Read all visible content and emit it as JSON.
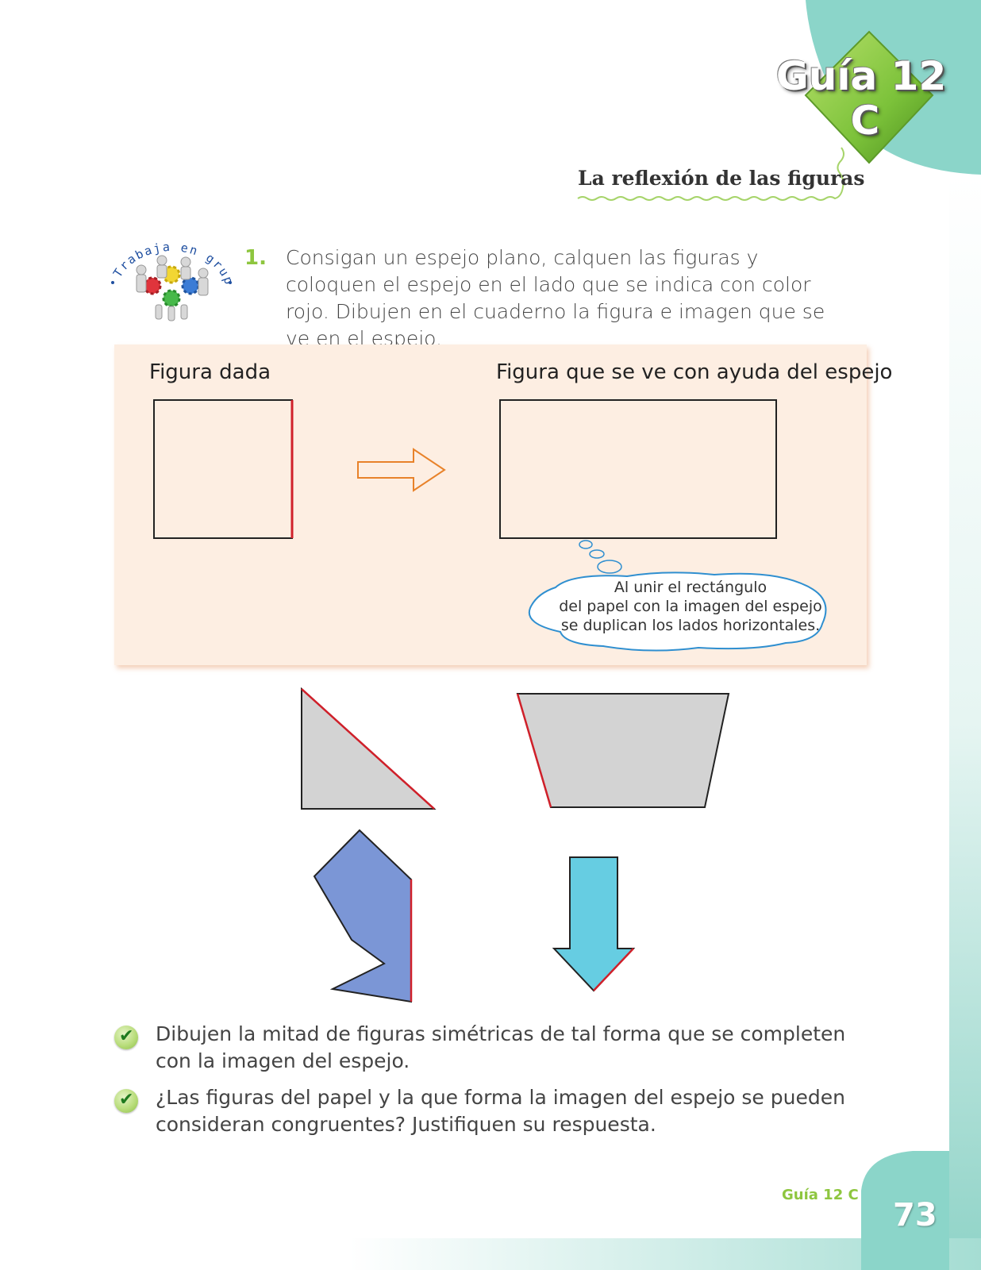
{
  "header": {
    "guide_title": "Guía 12",
    "guide_letter": "C",
    "section_title": "La reflexión de las figuras"
  },
  "group_badge": {
    "label": "Trabaja en grupo",
    "icon": "gears-team-icon"
  },
  "exercise": {
    "number": "1.",
    "text": "Consigan un espejo plano, calquen las figuras y coloquen el espejo en el lado que se indica con color rojo. Dibujen en el cuaderno la figura e imagen que se ve en el espejo."
  },
  "example_panel": {
    "given_label": "Figura dada",
    "mirror_label": "Figura que se ve con ayuda del espejo",
    "arrow_icon": "arrow-right-icon",
    "cloud_lines": [
      "Al unir el rectángulo",
      "del papel con la imagen del espejo",
      "se duplican los lados horizontales."
    ]
  },
  "shapes": [
    {
      "name": "triangle",
      "fill": "#d3d3d3",
      "mirror_edge": "#d0202a"
    },
    {
      "name": "trapezoid",
      "fill": "#d3d3d3",
      "mirror_edge": "#d0202a"
    },
    {
      "name": "polygon",
      "fill": "#7b96d6",
      "mirror_edge": "#d0202a"
    },
    {
      "name": "arrow",
      "fill": "#66cde2",
      "mirror_edge": "#d0202a"
    }
  ],
  "bullets": [
    "Dibujen la mitad de figuras simétricas de tal forma que se completen con la imagen del espejo.",
    "¿Las figuras del papel y la que forma la imagen del espejo se pueden consideran congruentes? Justifiquen su respuesta."
  ],
  "footer": {
    "guide_label": "Guía 12 C",
    "page_number": "73"
  },
  "colors": {
    "teal": "#8bd5c9",
    "green_accent": "#8ec63f",
    "panel_bg": "#fdeee2",
    "mirror_red": "#d0202a",
    "arrow_orange": "#e8822a"
  }
}
